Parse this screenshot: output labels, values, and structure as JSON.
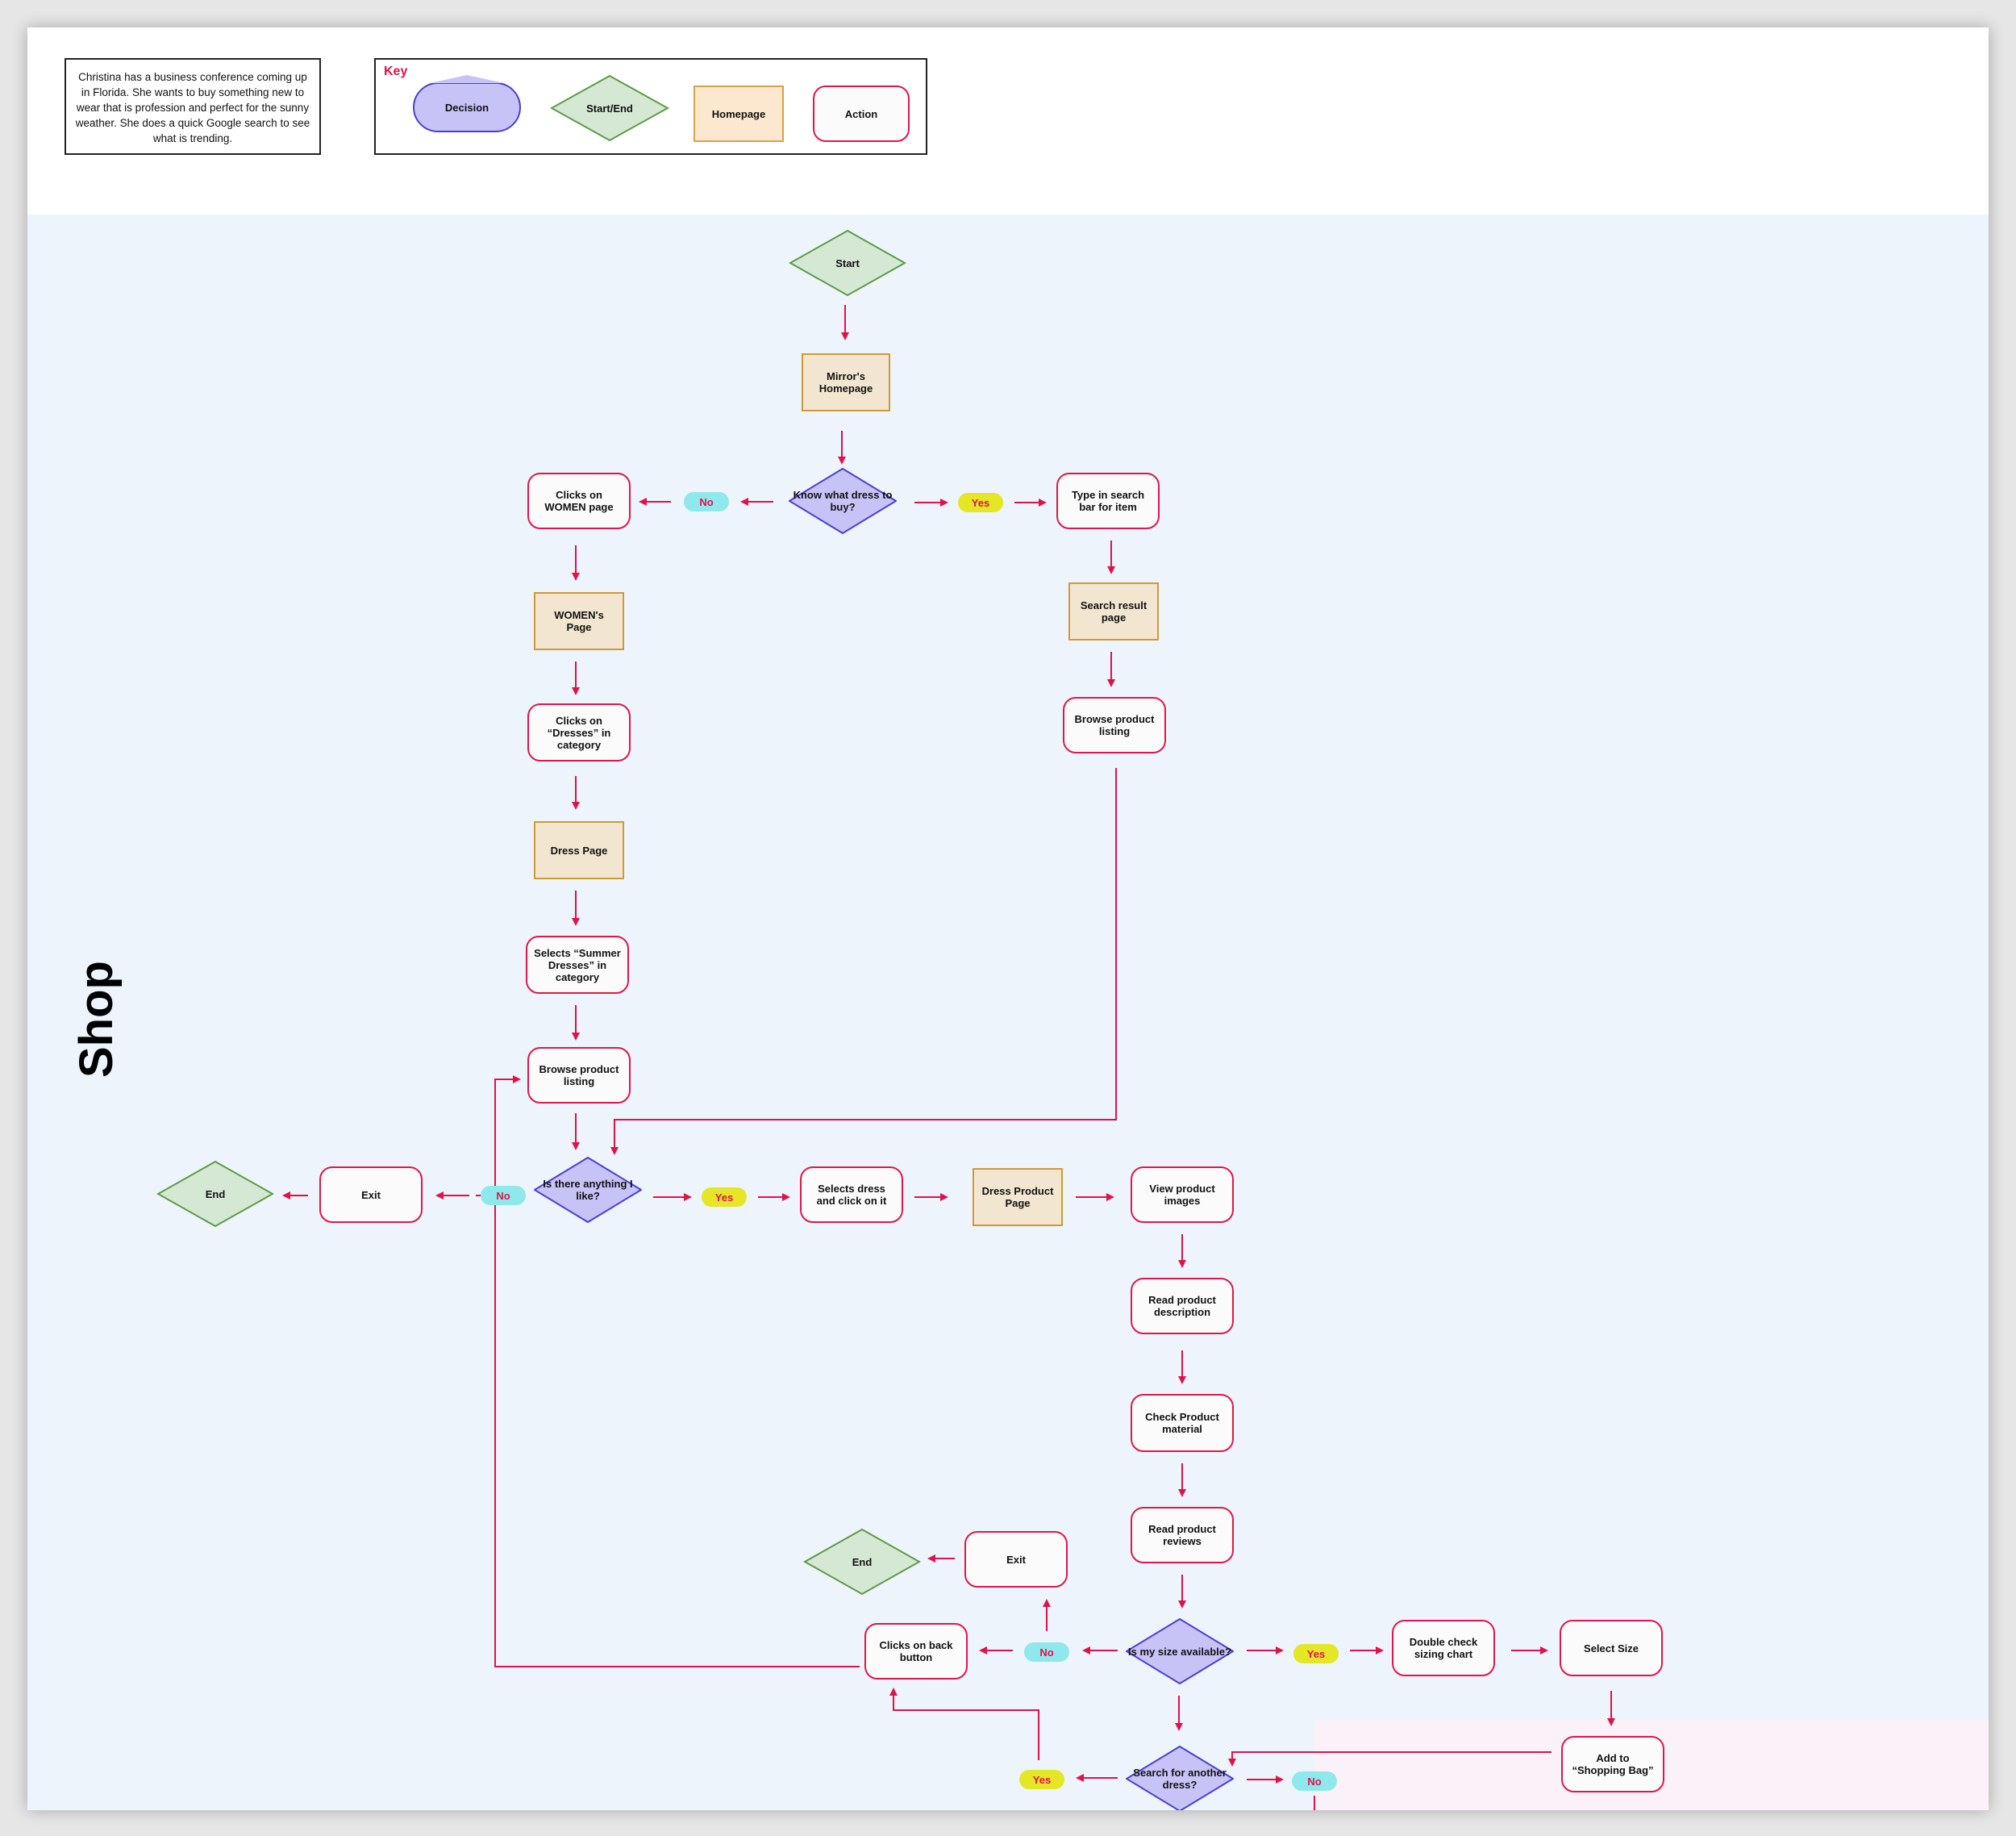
{
  "scenario": {
    "text": "Christina has a business conference coming up in Florida. She wants to buy something new to wear that is profession and perfect for the sunny weather. She does a quick Google search to see what is trending."
  },
  "key": {
    "title": "Key",
    "decision": "Decision",
    "start_end": "Start/End",
    "homepage": "Homepage",
    "action": "Action"
  },
  "lane": {
    "label": "Shop"
  },
  "colors": {
    "action_border": "#e0164b",
    "page_fill": "#f3e6d0",
    "page_border": "#cf9a35",
    "decision_fill": "#c8c3f7",
    "decision_border": "#4c3fd0",
    "start_end_fill": "#d5e8d4",
    "start_end_border": "#5e9a46",
    "yes_fill": "#e4e626",
    "no_fill": "#8fe8ec",
    "connector": "#e0124a"
  },
  "nodes": {
    "start": "Start",
    "mirrors_homepage": "Mirror's Homepage",
    "know_what_dress": "Know what dress to buy?",
    "clicks_women_page": "Clicks on WOMEN page",
    "women_page": "WOMEN's Page",
    "clicks_dresses": "Clicks on “Dresses” in category",
    "dress_page": "Dress Page",
    "selects_summer_dresses": "Selects “Summer Dresses” in category",
    "browse_listing_left": "Browse product listing",
    "type_search": "Type in search bar for item",
    "search_result_page": "Search result page",
    "browse_listing_right": "Browse product listing",
    "anything_i_like": "Is there anything I like?",
    "exit_left": "Exit",
    "end_left": "End",
    "selects_dress": "Selects dress and click on it",
    "dress_product_page": "Dress Product Page",
    "view_images": "View product images",
    "read_description": "Read product description",
    "check_material": "Check Product material",
    "read_reviews": "Read product reviews",
    "size_available": "Is my size available?",
    "double_check_sizing": "Double check sizing chart",
    "select_size": "Select Size",
    "add_to_bag": "Add to “Shopping Bag”",
    "search_another": "Search for another dress?",
    "clicks_back": "Clicks on back button",
    "exit_bottom": "Exit",
    "end_bottom": "End"
  },
  "labels": {
    "yes": "Yes",
    "no": "No"
  }
}
